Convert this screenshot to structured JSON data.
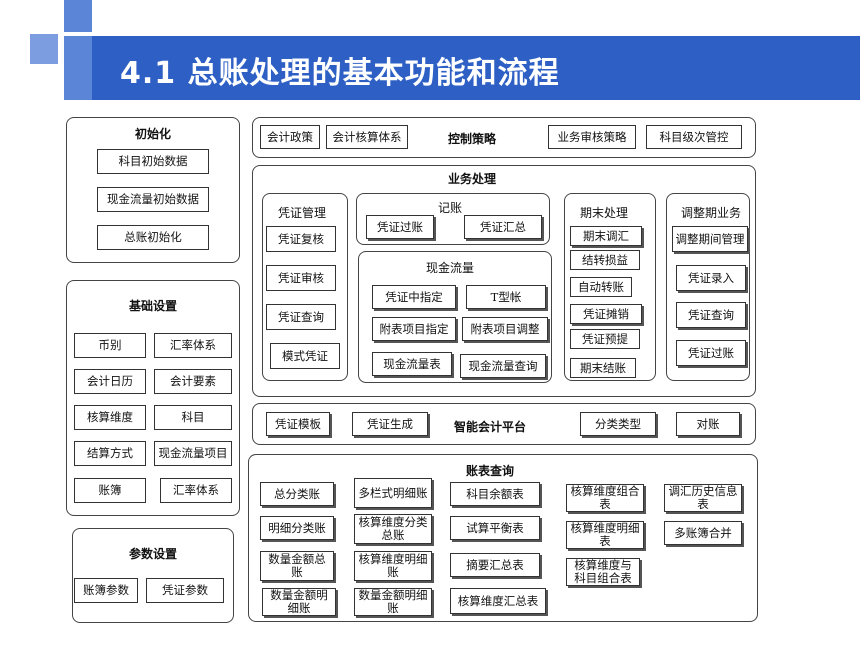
{
  "title": "4.1  总账处理的基本功能和流程",
  "colors": {
    "title_bar": "#2d5fc4",
    "accent_squares": "#5b86d8"
  },
  "groups": {
    "init": {
      "label": "初始化",
      "items": [
        "科目初始数据",
        "现金流量初始数据",
        "总账初始化"
      ]
    },
    "basic": {
      "label": "基础设置",
      "items": [
        "币别",
        "汇率体系",
        "会计日历",
        "会计要素",
        "核算维度",
        "科目",
        "结算方式",
        "现金流量项目",
        "账簿",
        "汇率体系"
      ]
    },
    "param": {
      "label": "参数设置",
      "items": [
        "账簿参数",
        "凭证参数"
      ]
    },
    "control": {
      "label": "控制策略",
      "items": [
        "会计政策",
        "会计核算体系",
        "业务审核策略",
        "科目级次管控"
      ]
    },
    "business": {
      "label": "业务处理",
      "voucher": {
        "label": "凭证管理",
        "items": [
          "凭证复核",
          "凭证审核",
          "凭证查询",
          "模式凭证"
        ]
      },
      "posting": {
        "label": "记账",
        "items": [
          "凭证过账",
          "凭证汇总"
        ]
      },
      "cashflow": {
        "label": "现金流量",
        "items": [
          "凭证中指定",
          "T型帐",
          "附表项目指定",
          "附表项目调整",
          "现金流量表",
          "现金流量查询"
        ]
      },
      "period_end": {
        "label": "期末处理",
        "items": [
          "期末调汇",
          "结转损益",
          "自动转账",
          "凭证摊销",
          "凭证预提",
          "期末结账"
        ]
      },
      "adjust": {
        "label": "调整期业务",
        "items": [
          "调整期间管理",
          "凭证录入",
          "凭证查询",
          "凭证过账"
        ]
      }
    },
    "smart": {
      "label": "智能会计平台",
      "items": [
        "凭证模板",
        "凭证生成",
        "分类类型",
        "对账"
      ]
    },
    "reports": {
      "label": "账表查询",
      "items": [
        "总分类账",
        "多栏式明细账",
        "科目余额表",
        "核算维度组合表",
        "调汇历史信息表",
        "明细分类账",
        "核算维度分类总账",
        "试算平衡表",
        "核算维度明细表",
        "多账簿合并",
        "数量金额总账",
        "核算维度明细账",
        "摘要汇总表",
        "核算维度与科目组合表",
        "数量金额明细账",
        "数量金额明细账",
        "核算维度汇总表"
      ]
    }
  }
}
